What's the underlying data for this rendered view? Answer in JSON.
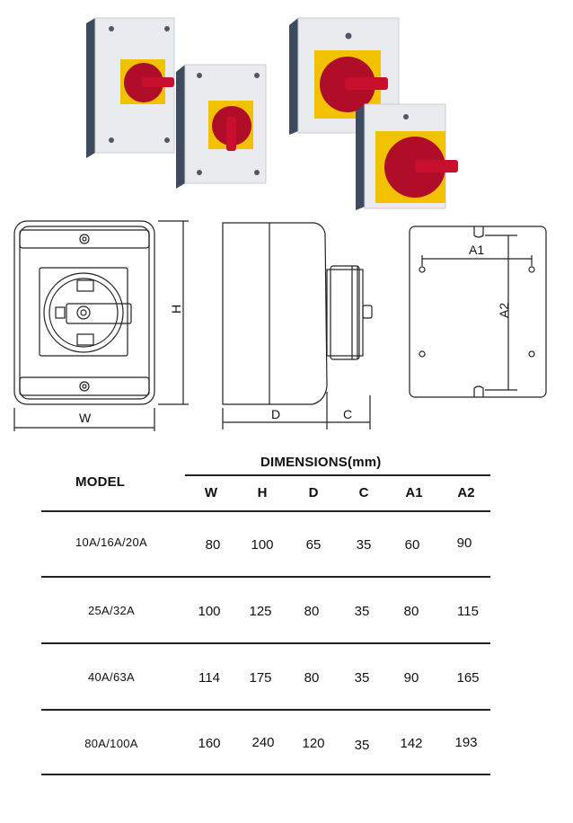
{
  "drawing_labels": {
    "front_width": "W",
    "front_height": "H",
    "side_depth": "D",
    "side_cover": "C",
    "back_a1": "A1",
    "back_a2": "A2"
  },
  "table": {
    "model_header": "MODEL",
    "dimensions_header": "DIMENSIONS(mm)",
    "columns": [
      "W",
      "H",
      "D",
      "C",
      "A1",
      "A2"
    ],
    "rows": [
      {
        "model": "10A/16A/20A",
        "values": [
          "80",
          "100",
          "65",
          "35",
          "60",
          "90"
        ]
      },
      {
        "model": "25A/32A",
        "values": [
          "100",
          "125",
          "80",
          "35",
          "80",
          "115"
        ]
      },
      {
        "model": "40A/63A",
        "values": [
          "114",
          "175",
          "80",
          "35",
          "90",
          "165"
        ]
      },
      {
        "model": "80A/100A",
        "values": [
          "160",
          "240",
          "120",
          "35",
          "142",
          "193"
        ]
      }
    ]
  },
  "colors": {
    "enclosure": "#e9ebee",
    "enclosure_side": "#3e4a5e",
    "yellow_plate": "#f2c200",
    "red_knob": "#c8102e"
  }
}
